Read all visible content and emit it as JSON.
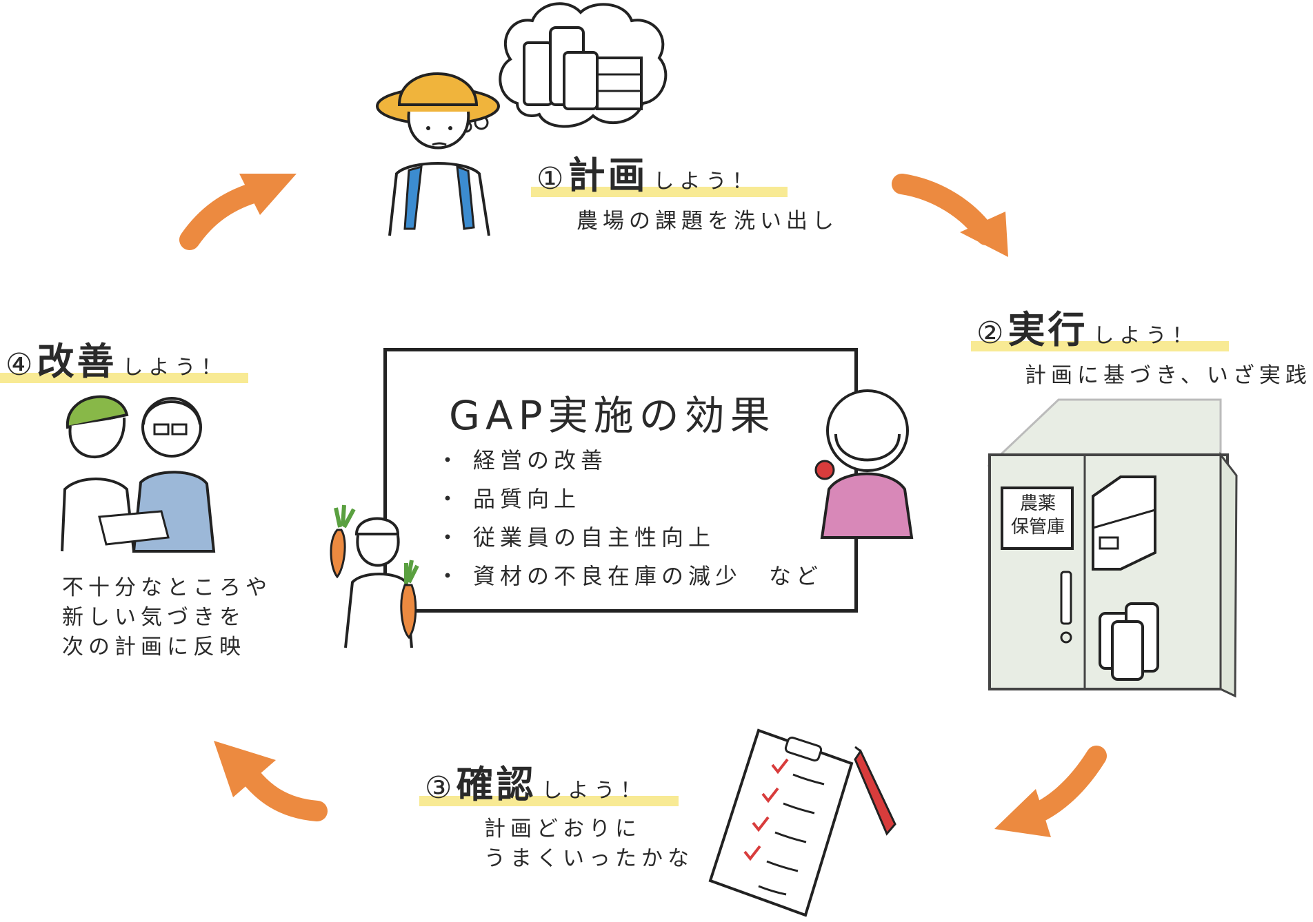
{
  "center_board": {
    "title": "GAP実施の効果",
    "items": [
      "経営の改善",
      "品質向上",
      "従業員の自主性向上",
      "資材の不良在庫の減少　など"
    ],
    "bullet": "・"
  },
  "steps": [
    {
      "number": "①",
      "title": "計画",
      "suffix": "しよう！",
      "description": [
        "農場の課題を洗い出し"
      ]
    },
    {
      "number": "②",
      "title": "実行",
      "suffix": "しよう！",
      "description": [
        "計画に基づき、いざ実践"
      ]
    },
    {
      "number": "③",
      "title": "確認",
      "suffix": "しよう！",
      "description": [
        "計画どおりに",
        "うまくいったかな"
      ]
    },
    {
      "number": "④",
      "title": "改善",
      "suffix": "しよう！",
      "description": [
        "不十分なところや",
        "新しい気づきを",
        "次の計画に反映"
      ]
    }
  ],
  "storage_label": [
    "農薬",
    "保管庫"
  ],
  "colors": {
    "arrow": "#ec8a40",
    "highlight": "#f8ea94",
    "hat": "#f0b43c",
    "towel": "#3c8cd0",
    "cap_green": "#88b848",
    "shirt_blue": "#9cb8d8",
    "shirt_pink": "#d888b8",
    "cabinet": "#e8ede4",
    "check_red": "#d83c3c"
  },
  "icons": [
    "farmer-thinking-icon",
    "thought-bubble-icon",
    "storage-cabinet-icon",
    "clipboard-checklist-icon",
    "pen-icon",
    "two-people-discussing-icon",
    "carrot-man-icon",
    "woman-with-tomato-icon",
    "cycle-arrow-icon"
  ]
}
